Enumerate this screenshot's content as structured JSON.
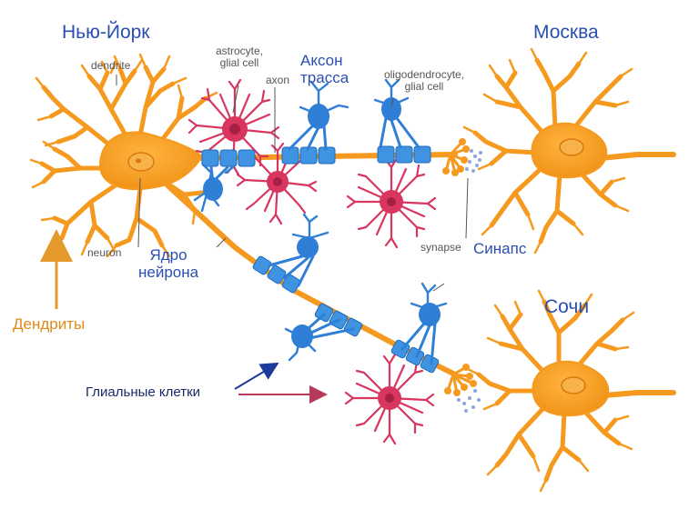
{
  "labels": {
    "new_york": "Нью-Йорк",
    "moscow": "Москва",
    "sochi": "Сочи",
    "dendrite": "dendrite",
    "astrocyte_line1": "astrocyte,",
    "astrocyte_line2": "glial cell",
    "axon": "axon",
    "axon_route_line1": "Аксон",
    "axon_route_line2": "трасса",
    "oligo_line1": "oligodendrocyte,",
    "oligo_line2": "glial cell",
    "neuron": "neuron",
    "nucleus_line1": "Ядро",
    "nucleus_line2": "нейрона",
    "synapse": "synapse",
    "synapse_ru": "Синапс",
    "dendrites_ru": "Дендриты",
    "glial_cells_ru": "Глиальные клетки"
  },
  "colors": {
    "neuron": "#f59a1e",
    "neuron_dark": "#d9780c",
    "astrocyte": "#d8355f",
    "oligodendrocyte": "#2f7fd6",
    "myelin": "#3f93e0",
    "label_blue": "#2a4fb0",
    "label_orange": "#e08a18",
    "arrow_orange": "#e59a2a",
    "arrow_blue": "#1e3a9a",
    "arrow_red": "#b83a5a",
    "leader_gray": "#555555"
  }
}
